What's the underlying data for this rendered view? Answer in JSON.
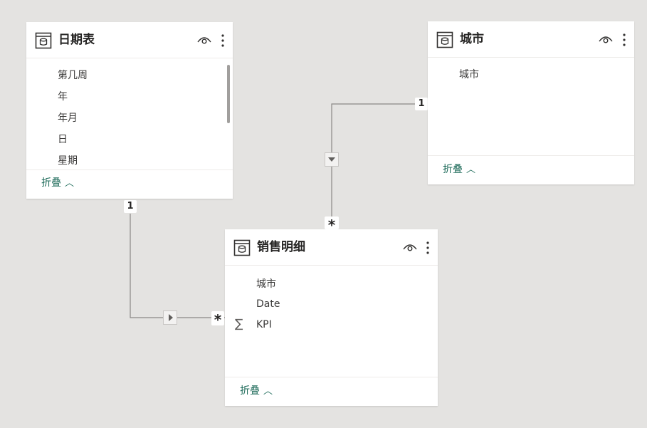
{
  "tables": {
    "date": {
      "title": "日期表",
      "fields": [
        "第几周",
        "年",
        "年月",
        "日",
        "星期"
      ],
      "collapse_label": "折叠"
    },
    "city": {
      "title": "城市",
      "fields": [
        "城市"
      ],
      "collapse_label": "折叠"
    },
    "sales": {
      "title": "销售明细",
      "fields": [
        "城市",
        "Date",
        "KPI"
      ],
      "collapse_label": "折叠"
    }
  },
  "relationships": {
    "date_to_sales": {
      "from_cardinality": "1",
      "to_cardinality": "*",
      "filter_direction": "single"
    },
    "city_to_sales": {
      "from_cardinality": "1",
      "to_cardinality": "*",
      "filter_direction": "single"
    }
  },
  "icons": {
    "table": "table-icon",
    "visibility": "eye-icon",
    "more": "more-options-icon",
    "measure": "sigma-icon",
    "collapse": "chevron-up-icon"
  },
  "colors": {
    "canvas": "#e4e3e1",
    "accent_link": "#1e6b5a",
    "line": "#8a8886"
  }
}
